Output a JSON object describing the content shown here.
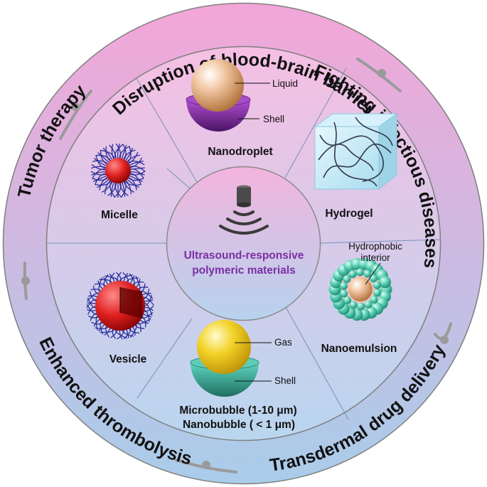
{
  "colors": {
    "outer_top": "#f3a6d8",
    "outer_bottom": "#a9cdea",
    "center_title": "#7a2fa3",
    "connector": "#9a9a9a"
  },
  "outer_ring": {
    "top": "Disruption of blood-brain barrier",
    "right": "Fighting infectious diseases",
    "bottom": "Transdermal drug delivery",
    "left_bottom": "Enhanced thrombolysis",
    "left_top": "Tumor therapy"
  },
  "center": {
    "icon": "ultrasound-transducer-icon",
    "line1": "Ultrasound-responsive",
    "line2": "polymeric materials"
  },
  "segments": {
    "nanodroplet": {
      "title": "Nanodroplet",
      "core_label": "Liquid",
      "shell_label": "Shell"
    },
    "hydrogel": {
      "title": "Hydrogel"
    },
    "nanoemulsion": {
      "title": "Nanoemulsion",
      "interior_label_1": "Hydrophobic",
      "interior_label_2": "interior"
    },
    "microbubble": {
      "line1": "Microbubble (1-10 μm)",
      "line2": "Nanobubble ( < 1 μm)",
      "core_label": "Gas",
      "shell_label": "Shell"
    },
    "vesicle": {
      "title": "Vesicle"
    },
    "micelle": {
      "title": "Micelle"
    }
  }
}
